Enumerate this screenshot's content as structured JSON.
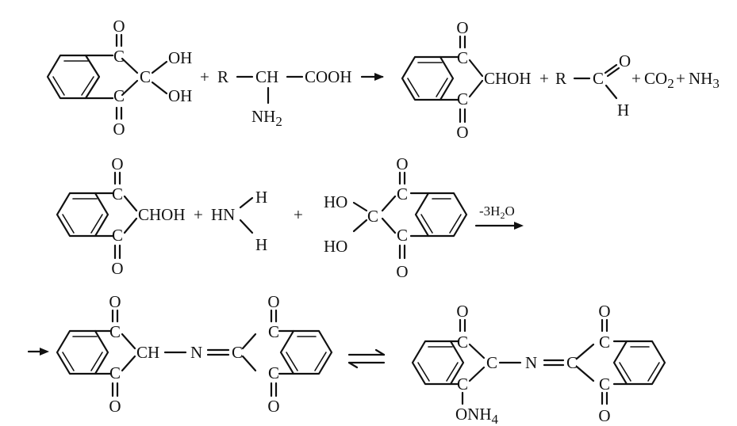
{
  "reaction1": {
    "ninhydrin": {
      "o_top": "O",
      "c1": "C",
      "c2": "C",
      "c3": "C",
      "o_bottom": "O",
      "oh1": "OH",
      "oh2": "OH"
    },
    "plus1": "+",
    "amino_acid": {
      "r": "R",
      "ch": "CH",
      "cooh": "COOH",
      "nh2_n": "NH",
      "nh2_sub": "2"
    },
    "product": {
      "o_top": "O",
      "c1": "C",
      "c2": "C",
      "o_bottom": "O",
      "choh": "CHOH",
      "plus_a": "+",
      "r": "R",
      "c_ald": "C",
      "o_ald": "O",
      "h_ald": "H",
      "plus_b": "+",
      "co2_co": "CO",
      "co2_sub": "2",
      "plus_c": "+",
      "nh3_nh": "NH",
      "nh3_sub": "3"
    }
  },
  "reaction2": {
    "hydrindantin": {
      "o_top": "O",
      "c1": "C",
      "c2": "C",
      "o_bottom": "O",
      "choh": "CHOH"
    },
    "plus1": "+",
    "amine": {
      "hn": "HN",
      "h_top": "H",
      "h_bottom": "H"
    },
    "plus2": "+",
    "ninhydrin": {
      "o_top": "O",
      "c1": "C",
      "c2": "C",
      "c3": "C",
      "o_bottom": "O",
      "ho1": "HO",
      "ho2": "HO"
    },
    "condition": {
      "prefix": "-3H",
      "sub": "2",
      "suffix": "O"
    }
  },
  "reaction3": {
    "left_product": {
      "o1": "O",
      "c1": "C",
      "c2": "C",
      "o2": "O",
      "ch": "CH",
      "n": "N",
      "c_eq": "C",
      "o3": "O",
      "c3": "C",
      "c4": "C",
      "o4": "O"
    },
    "right_product": {
      "o1": "O",
      "c1": "C",
      "c2": "C",
      "c_mid": "C",
      "onh4_o": "ONH",
      "onh4_sub": "4",
      "n": "N",
      "c_eq": "C",
      "o3": "O",
      "c3": "C",
      "c4": "C",
      "o4": "O"
    }
  }
}
